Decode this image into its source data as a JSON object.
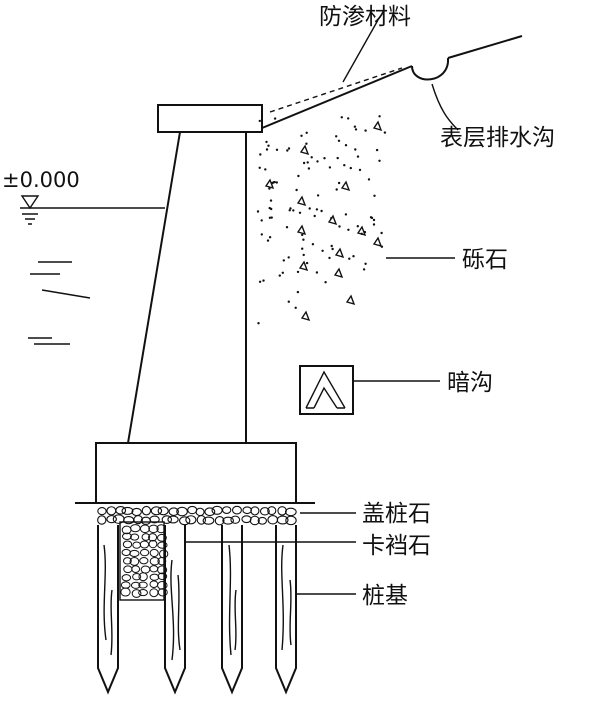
{
  "labels": {
    "seepage": "防渗材料",
    "drain": "表层排水沟",
    "gravel": "砾石",
    "culvert": "暗沟",
    "cap_stone": "盖桩石",
    "wedge_stone": "卡裆石",
    "pile": "桩基"
  },
  "water_level": "±0.000",
  "colors": {
    "ink": "#111111",
    "background": "#ffffff"
  },
  "icons": {
    "water_level": "water-level-triangle-icon",
    "culvert": "culvert-chevron-icon"
  }
}
